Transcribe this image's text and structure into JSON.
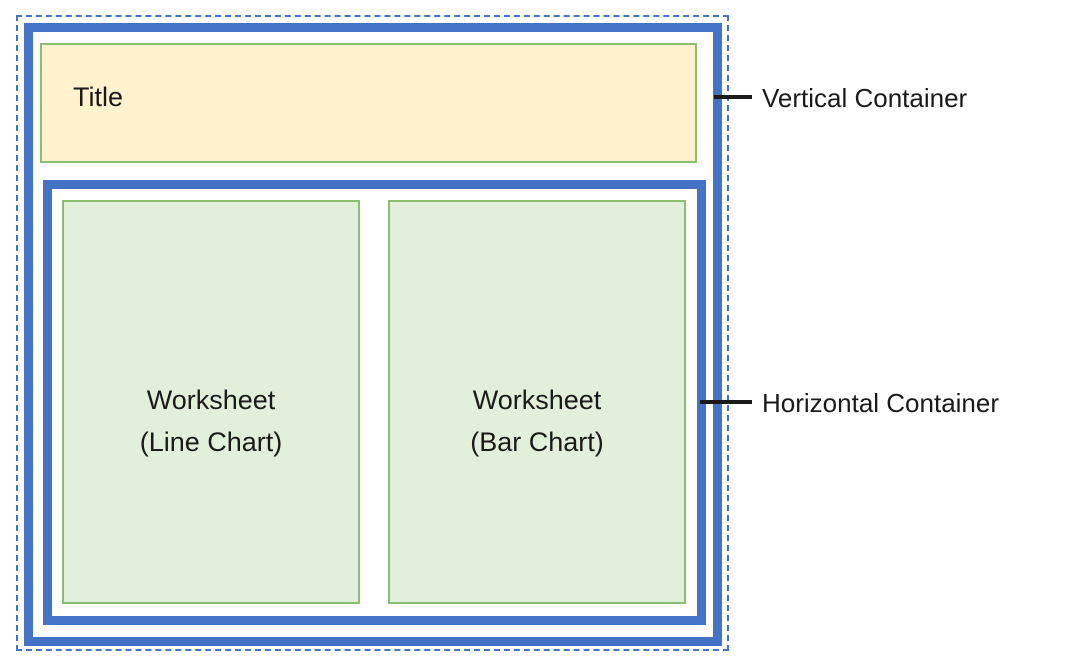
{
  "diagram": {
    "title_box": {
      "label": "Title"
    },
    "worksheets": [
      {
        "line1": "Worksheet",
        "line2": "(Line Chart)"
      },
      {
        "line1": "Worksheet",
        "line2": "(Bar Chart)"
      }
    ],
    "callouts": {
      "vertical": {
        "label": "Vertical Container"
      },
      "horizontal": {
        "label": "Horizontal Container"
      }
    },
    "colors": {
      "container_blue": "#4472C4",
      "dashed_outline_blue": "#4472C4",
      "title_fill": "#FFF2CC",
      "worksheet_fill": "#E2EFDA",
      "box_border_green": "#8CBE70",
      "tick_black": "#1A1A1A",
      "text": "#1A1A1A"
    }
  }
}
